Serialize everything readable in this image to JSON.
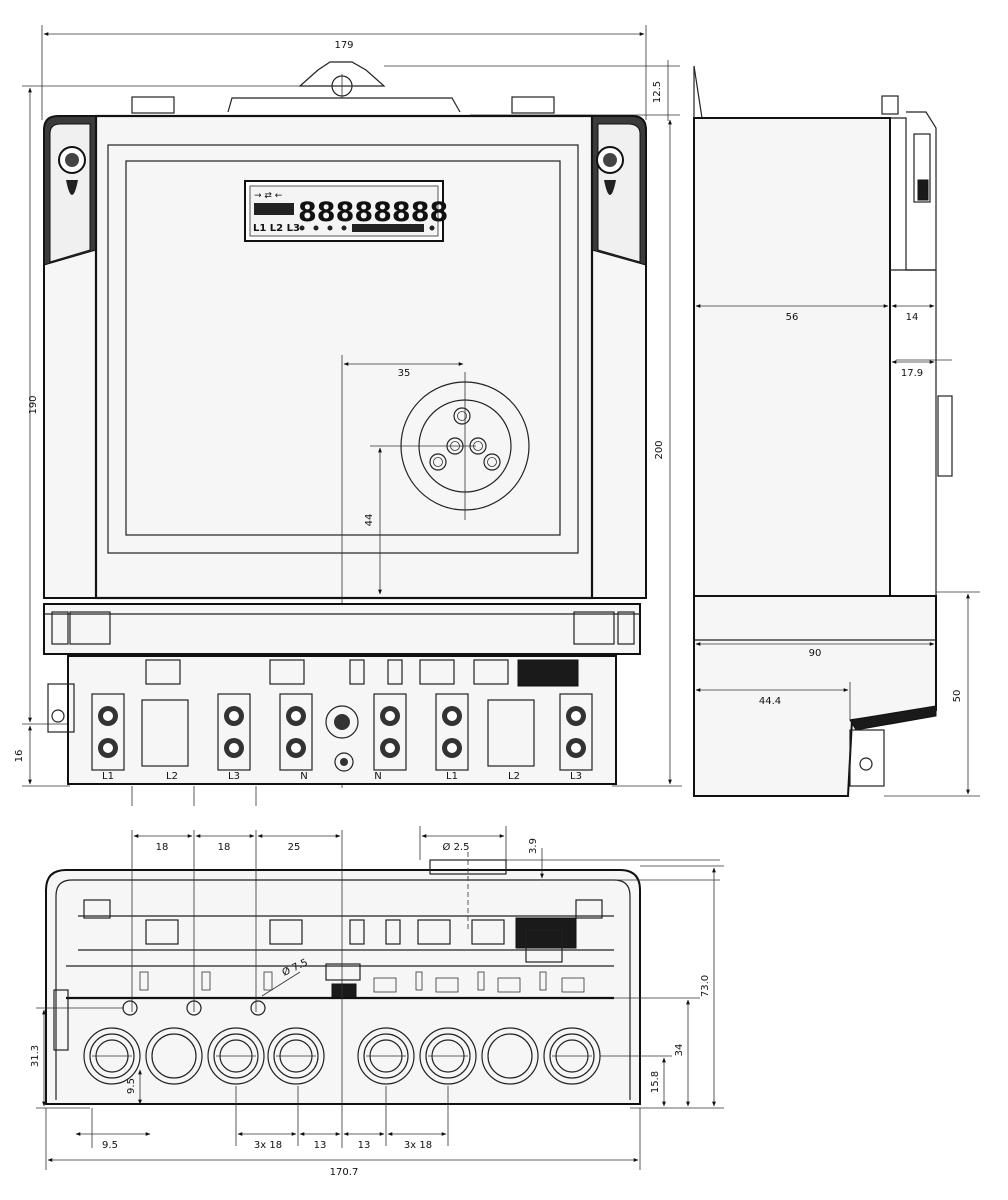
{
  "front_view": {
    "dims": {
      "overall_width": "179",
      "top_offset": "12.5",
      "height_left": "190",
      "height_right": "200",
      "bottom_offset": "16",
      "socket_horizontal": "35",
      "socket_vertical": "44"
    },
    "lcd": {
      "arrows": "→ ⇄ ←",
      "digits": "88888888",
      "phases": "L1 L2 L3"
    },
    "terminal_labels": [
      "L1",
      "L2",
      "L3",
      "N",
      "N",
      "L1",
      "L2",
      "L3"
    ]
  },
  "side_view": {
    "dims": {
      "depth_body": "56",
      "depth_cover": "14",
      "clip_offset": "17.9",
      "depth_total": "90",
      "base_depth": "44.4",
      "height_lower": "50"
    }
  },
  "bottom_view": {
    "dims": {
      "pitch_a": "18",
      "pitch_b": "18",
      "pitch_c": "25",
      "hole_dia": "Ø 2.5",
      "offset_top": "3.9",
      "screw_dia": "Ø 7.5",
      "height_total": "73.0",
      "height_left": "31.3",
      "height_mid": "34",
      "height_small": "15.8",
      "left_pitch": "9.5",
      "left_offset": "9.5",
      "span_left": "3x 18",
      "gap_a": "13",
      "gap_b": "13",
      "span_right": "3x 18",
      "overall_width": "170.7"
    }
  }
}
